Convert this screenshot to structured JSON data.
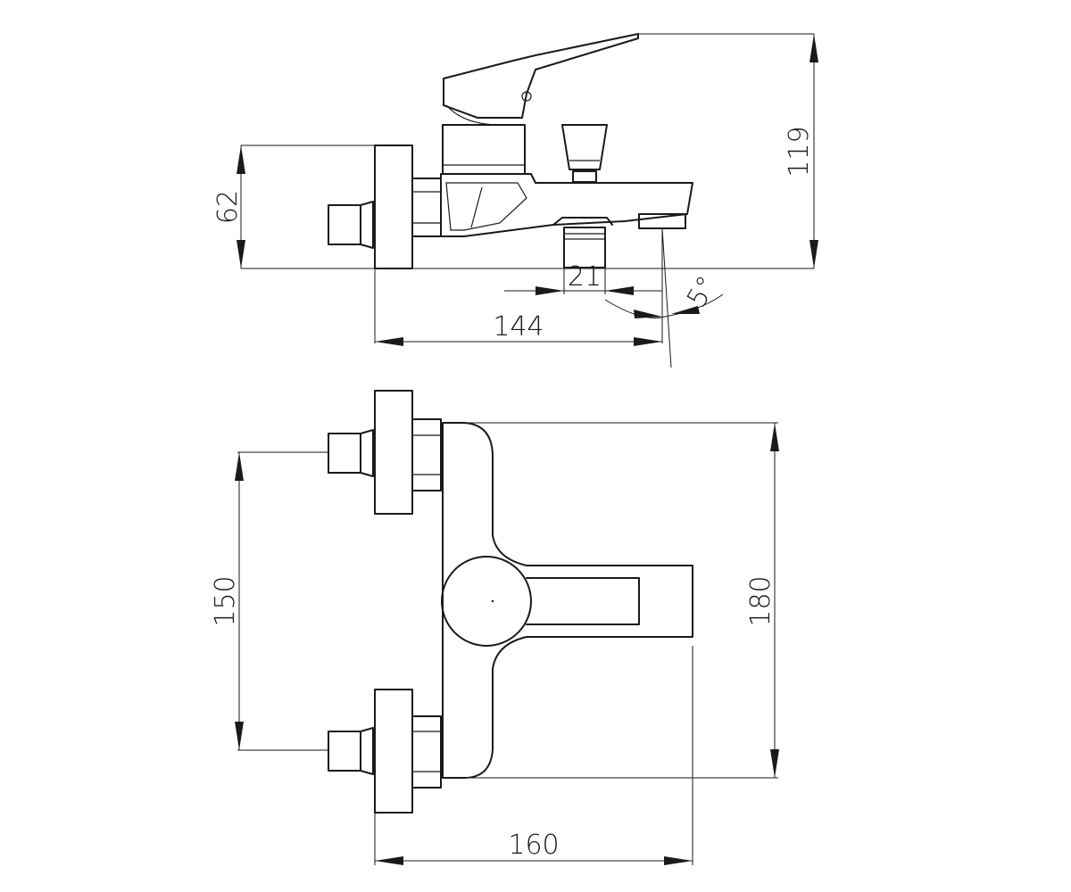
{
  "dimensions": {
    "height_body": "62",
    "height_total": "119",
    "outlet_width": "21",
    "projection": "144",
    "spout_angle": "5°",
    "inlet_spacing": "150",
    "body_height": "180",
    "total_width": "160"
  }
}
